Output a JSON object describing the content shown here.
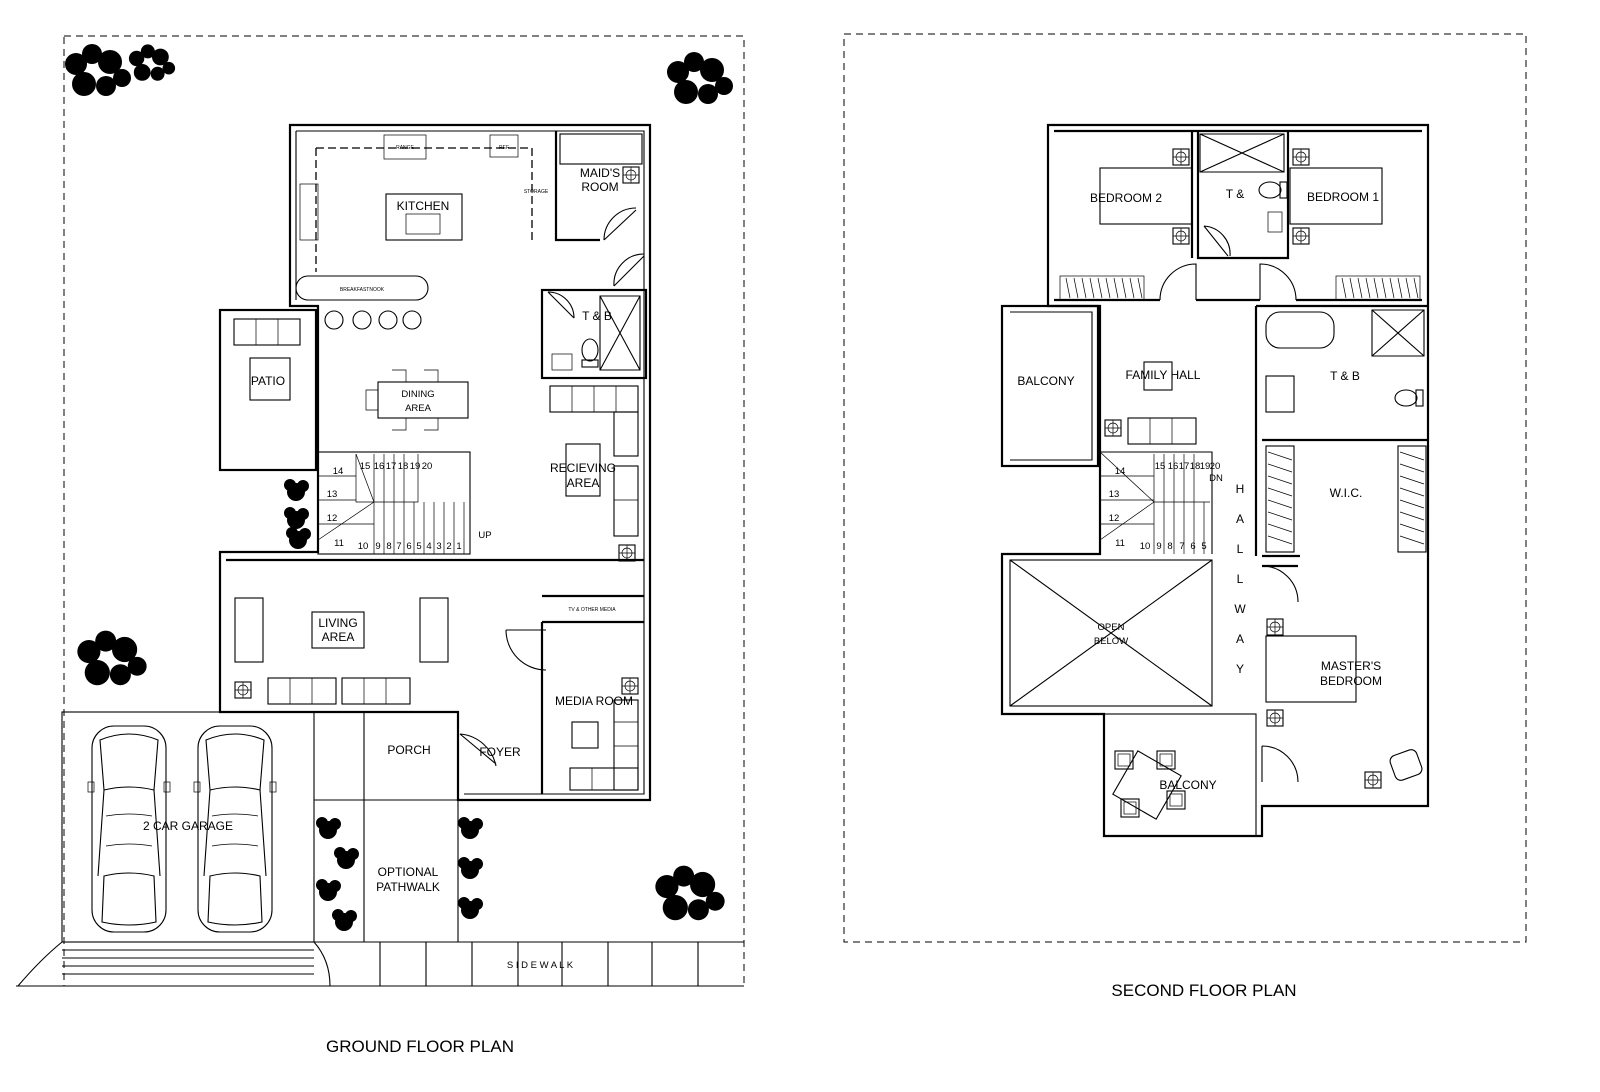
{
  "titles": {
    "ground": "GROUND FLOOR PLAN",
    "second": "SECOND FLOOR PLAN"
  },
  "ground_floor": {
    "kitchen": "KITCHEN",
    "maids_room_1": "MAID'S",
    "maids_room_2": "ROOM",
    "range": "RANGE",
    "ref": "REF",
    "storage": "STORAGE",
    "breakfast_nook": "BREAKFASTNOOK",
    "tb": "T & B",
    "patio": "PATIO",
    "dining_1": "DINING",
    "dining_2": "AREA",
    "receiving_1": "RECIEVING",
    "receiving_2": "AREA",
    "living_1": "LIVING",
    "living_2": "AREA",
    "tv_media": "TV & OTHER MEDIA",
    "media_room": "MEDIA ROOM",
    "porch": "PORCH",
    "foyer": "FOYER",
    "garage": "2 CAR GARAGE",
    "pathwalk_1": "OPTIONAL",
    "pathwalk_2": "PATHWALK",
    "sidewalk": "S I D E W A L K",
    "up": "UP",
    "stair_left": [
      "14",
      "13",
      "12",
      "11"
    ],
    "stair_top": [
      "15",
      "16",
      "17",
      "18",
      "19",
      "20"
    ],
    "stair_bottom": [
      "10",
      "9",
      "8",
      "7",
      "6",
      "5",
      "4",
      "3",
      "2",
      "1"
    ]
  },
  "second_floor": {
    "bedroom2": "BEDROOM 2",
    "bedroom1": "BEDROOM 1",
    "tb_top": "T &",
    "balcony_left": "BALCONY",
    "family_hall": "FAMILY HALL",
    "tb_right": "T & B",
    "wic": "W.I.C.",
    "hallway": [
      "H",
      "A",
      "L",
      "L",
      "W",
      "A",
      "Y"
    ],
    "open_below_1": "OPEN",
    "open_below_2": "BELOW",
    "masters_1": "MASTER'S",
    "masters_2": "BEDROOM",
    "balcony_bottom": "BALCONY",
    "dn": "DN",
    "stair_left": [
      "14",
      "13",
      "12",
      "11"
    ],
    "stair_top": [
      "15",
      "16",
      "17",
      "18",
      "19",
      "20"
    ],
    "stair_bottom": [
      "10",
      "9",
      "8",
      "7",
      "6",
      "5"
    ]
  }
}
